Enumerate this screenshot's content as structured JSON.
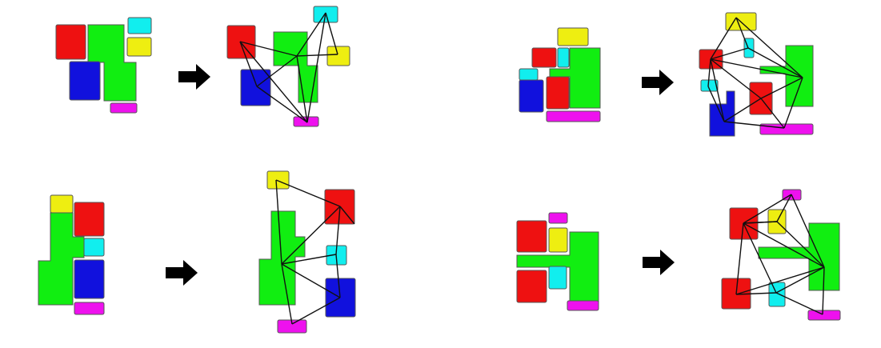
{
  "colors": {
    "red": "#ee1111",
    "green": "#11ee11",
    "blue": "#1111dd",
    "cyan": "#11eeee",
    "yellow": "#eeee11",
    "magenta": "#ee11ee",
    "edge": "#111111",
    "arrow": "#000000"
  },
  "icons": {
    "arrow": "arrow-right-icon"
  },
  "panels": [
    {
      "id": "top-left",
      "layout": "packed-floorplan",
      "result": "room-adjacency-graph"
    },
    {
      "id": "top-right",
      "layout": "packed-floorplan",
      "result": "room-adjacency-graph"
    },
    {
      "id": "bottom-left",
      "layout": "packed-floorplan",
      "result": "room-adjacency-graph"
    },
    {
      "id": "bottom-right",
      "layout": "packed-floorplan",
      "result": "room-adjacency-graph"
    }
  ]
}
